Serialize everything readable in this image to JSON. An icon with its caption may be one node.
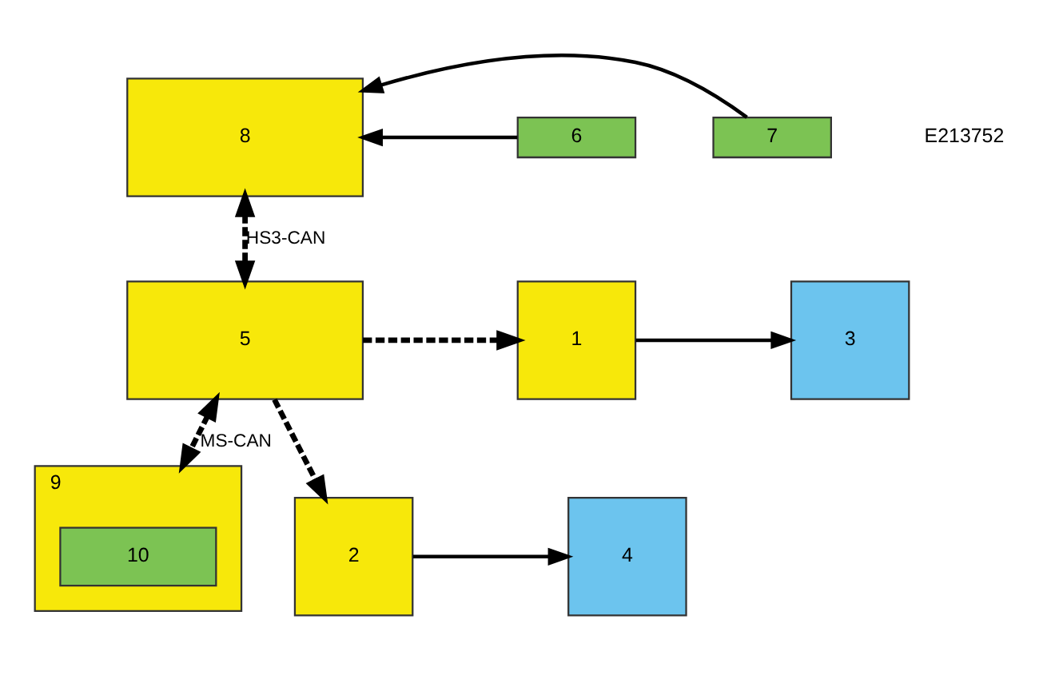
{
  "diagram": {
    "nodes": [
      {
        "text": [
          "8"
        ]
      },
      {
        "text": [
          "7"
        ]
      },
      {
        "text": [
          "6"
        ]
      },
      {
        "text": [
          "5"
        ]
      },
      {
        "text": [
          "1"
        ]
      },
      {
        "text": [
          "3"
        ]
      },
      {
        "text": [
          "9"
        ]
      },
      {
        "text": [
          "10"
        ],
        "in": 6
      },
      {
        "text": [
          "2"
        ]
      },
      {
        "text": [
          "4"
        ]
      }
    ],
    "edges": [
      {
        "from": 1,
        "to": 0,
        "arrow": "to"
      },
      {
        "from": 2,
        "to": 0,
        "arrow": "to"
      },
      {
        "from": 0,
        "to": 3,
        "arrow": "both",
        "label": "HS3-CAN",
        "style": "dashed"
      },
      {
        "from": 3,
        "to": 6,
        "arrow": "both",
        "label": "MS-CAN",
        "style": "dashed"
      },
      {
        "from": 3,
        "to": 4,
        "arrow": "to",
        "style": "dashed"
      },
      {
        "from": 3,
        "to": 8,
        "arrow": "to",
        "style": "dashed"
      },
      {
        "from": 4,
        "to": 5,
        "arrow": "to"
      },
      {
        "from": 8,
        "to": 9,
        "arrow": "to"
      }
    ],
    "labels": [
      "E213752"
    ]
  }
}
